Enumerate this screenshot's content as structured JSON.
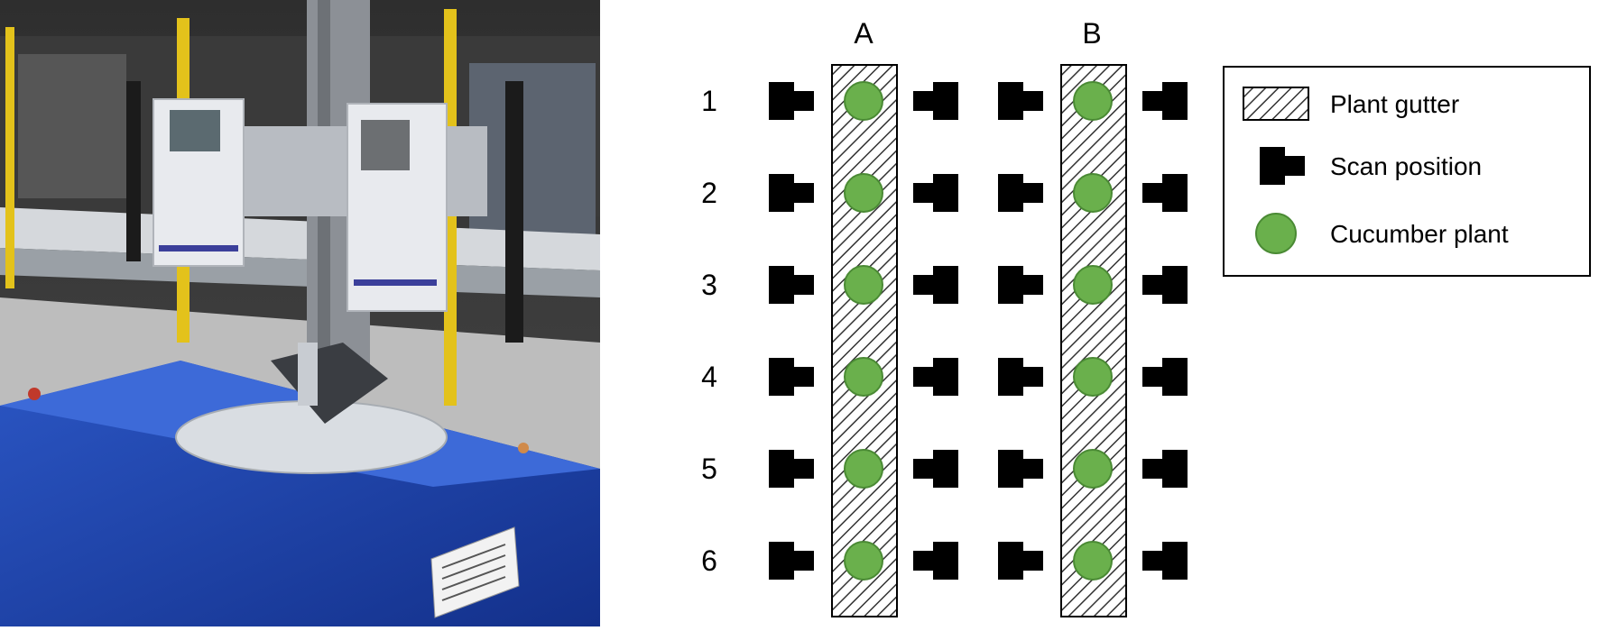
{
  "photo": {
    "description_icon": "scanner-photo",
    "sticker_icon": "warning-label-icon"
  },
  "diagram": {
    "columns": [
      "A",
      "B"
    ],
    "rows": [
      "1",
      "2",
      "3",
      "4",
      "5",
      "6"
    ],
    "colors": {
      "plant": "#6ab04c",
      "plant_stroke": "#4a8a34",
      "scanner": "#000000",
      "hatch": "#333333"
    }
  },
  "legend": {
    "gutter_label": "Plant gutter",
    "scan_label": "Scan position",
    "plant_label": "Cucumber plant"
  }
}
